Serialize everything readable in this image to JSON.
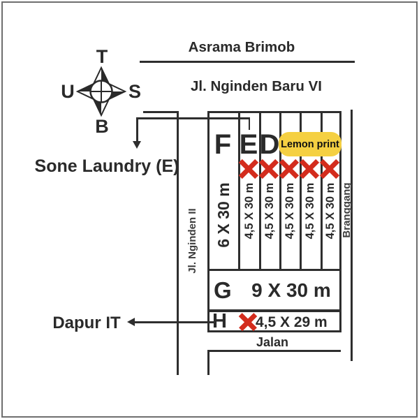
{
  "header": {
    "area_top": "Asrama Brimob",
    "street_top": "Jl. Nginden Baru VI"
  },
  "compass": {
    "top": "T",
    "bottom": "B",
    "left": "U",
    "right": "S"
  },
  "labels": {
    "sone_laundry": "Sone Laundry (E)",
    "dapur_it": "Dapur IT",
    "lemon_badge": "Lemon print"
  },
  "streets": {
    "left_street": "Jl. Nginden II",
    "right_lane": "Branggang",
    "bottom_road": "Jalan"
  },
  "plots": {
    "columns": [
      {
        "label": "F",
        "size": "6 X 30 m",
        "sold": false
      },
      {
        "label": "E",
        "size": "4,5 X 30 m",
        "sold": true
      },
      {
        "label": "D",
        "size": "4,5 X 30 m",
        "sold": true
      },
      {
        "label": "",
        "size": "4,5 X 30 m",
        "sold": true
      },
      {
        "label": "",
        "size": "4,5 X 30 m",
        "sold": true
      },
      {
        "label": "",
        "size": "4,5 X 30 m",
        "sold": true
      }
    ],
    "row_g": {
      "label": "G",
      "size": "9 X 30 m",
      "sold": false
    },
    "row_h": {
      "label": "H",
      "size": "4,5 X 29 m",
      "sold": true
    }
  },
  "colors": {
    "line": "#2e2e2e",
    "sold_red": "#d32c1d",
    "badge_yellow": "#f5d042"
  }
}
